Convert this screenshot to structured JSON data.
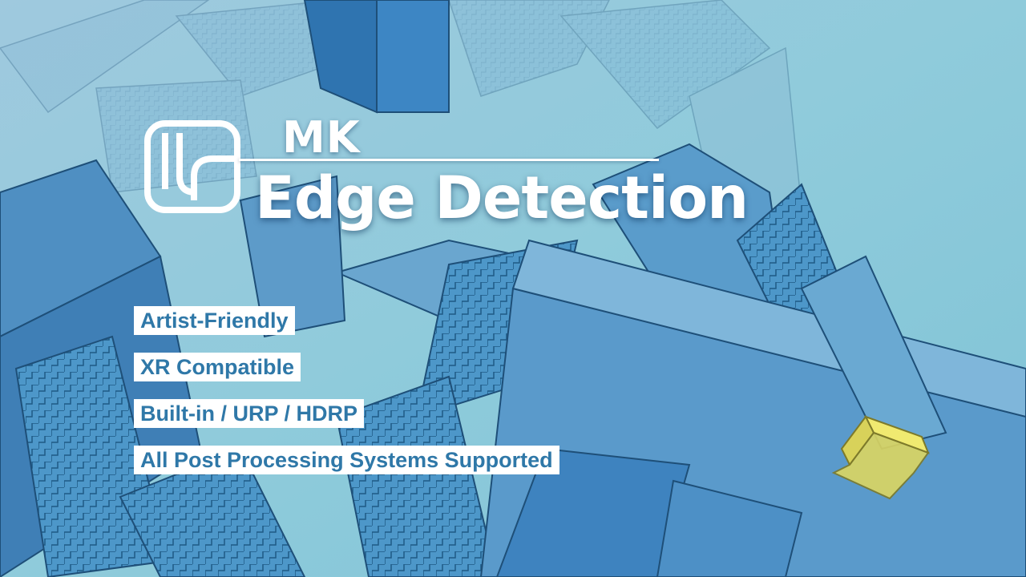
{
  "brand": {
    "prefix": "MK",
    "title": "Edge Detection"
  },
  "features": [
    "Artist-Friendly",
    "XR Compatible",
    "Built-in / URP / HDRP",
    "All Post Processing Systems Supported"
  ],
  "colors": {
    "sky": "#8ec8d8",
    "structure": "#3a86c0",
    "feature_text": "#2f78a8",
    "cube": "#e7e15a"
  },
  "icons": {
    "logo": "mk-logo-icon"
  }
}
